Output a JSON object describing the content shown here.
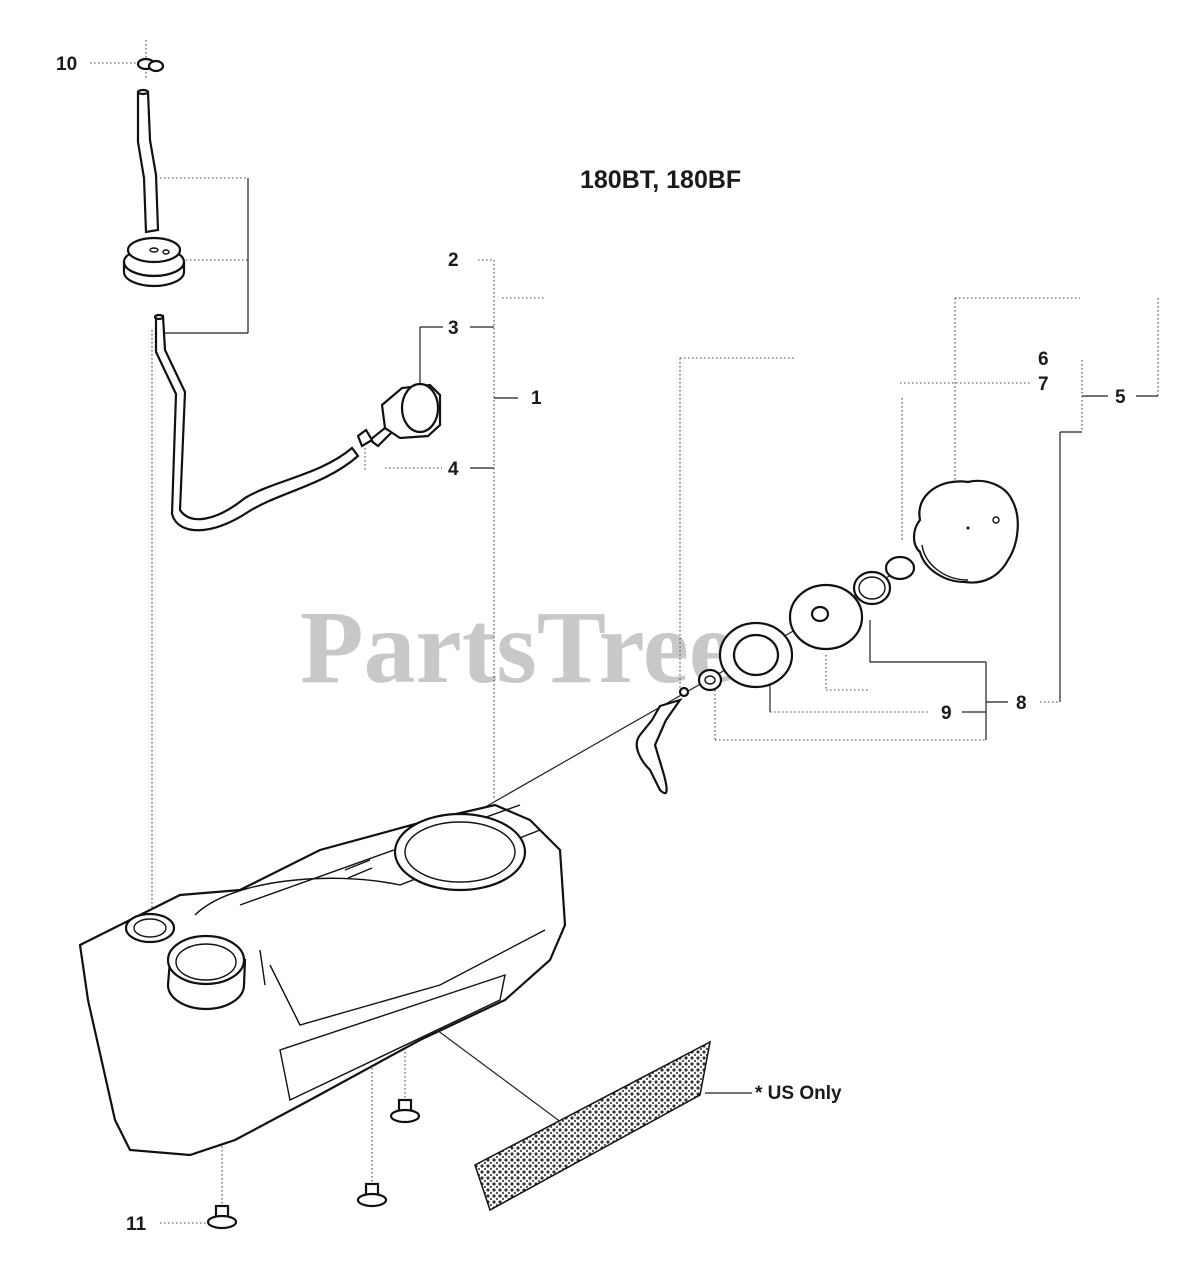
{
  "title": "180BT, 180BF",
  "watermark": "PartsTree",
  "note": "* US Only",
  "labels": {
    "p1": "1",
    "p2": "2",
    "p3": "3",
    "p4": "4",
    "p5": "5",
    "p6": "6",
    "p7": "7",
    "p8": "8",
    "p9": "9",
    "p10": "10",
    "p11": "11"
  },
  "colors": {
    "ink": "#111111",
    "watermark": "#c8c8c8",
    "background": "#ffffff"
  }
}
